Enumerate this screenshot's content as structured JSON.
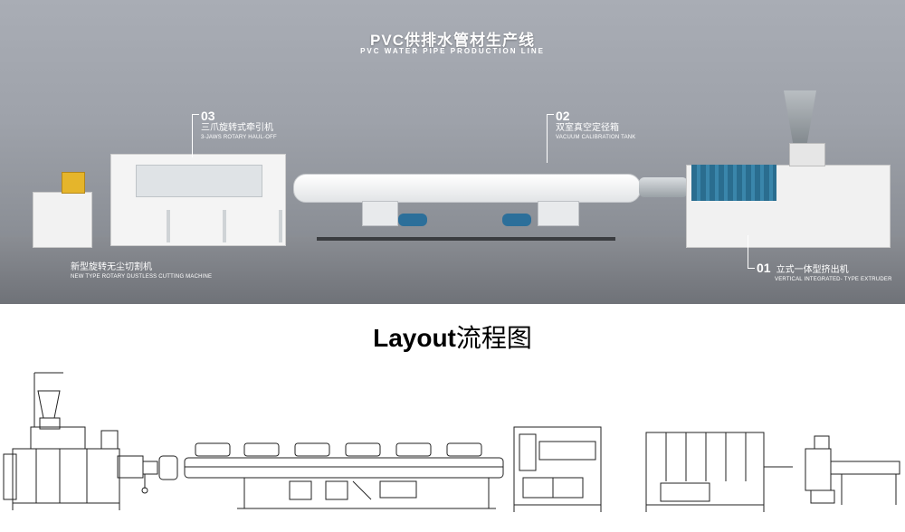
{
  "banner": {
    "title_cn": "PVC供排水管材生产线",
    "title_en": "PVC WATER PIPE PRODUCTION LINE"
  },
  "callouts": [
    {
      "num": "03",
      "cn": "三爪旋转式牵引机",
      "en": "3-JAWS ROTARY HAUL-OFF"
    },
    {
      "num": "02",
      "cn": "双室真空定径箱",
      "en": "VACUUM CALIBRATION TANK"
    },
    {
      "num": "01",
      "cn": "立式一体型挤出机",
      "en": "VERTICAL INTEGRATED- TYPE EXTRUDER"
    },
    {
      "num": "",
      "cn": "新型旋转无尘切割机",
      "en": "NEW TYPE ROTARY DUSTLESS CUTTING MACHINE"
    }
  ],
  "layout": {
    "label_en": "Layout",
    "label_cn": "流程图"
  },
  "colors": {
    "banner_bg": "#9ea2aa",
    "panel_blue": "#2a6d8f",
    "pump_blue": "#2c6f9a",
    "cutter_yellow": "#e5b52b"
  }
}
